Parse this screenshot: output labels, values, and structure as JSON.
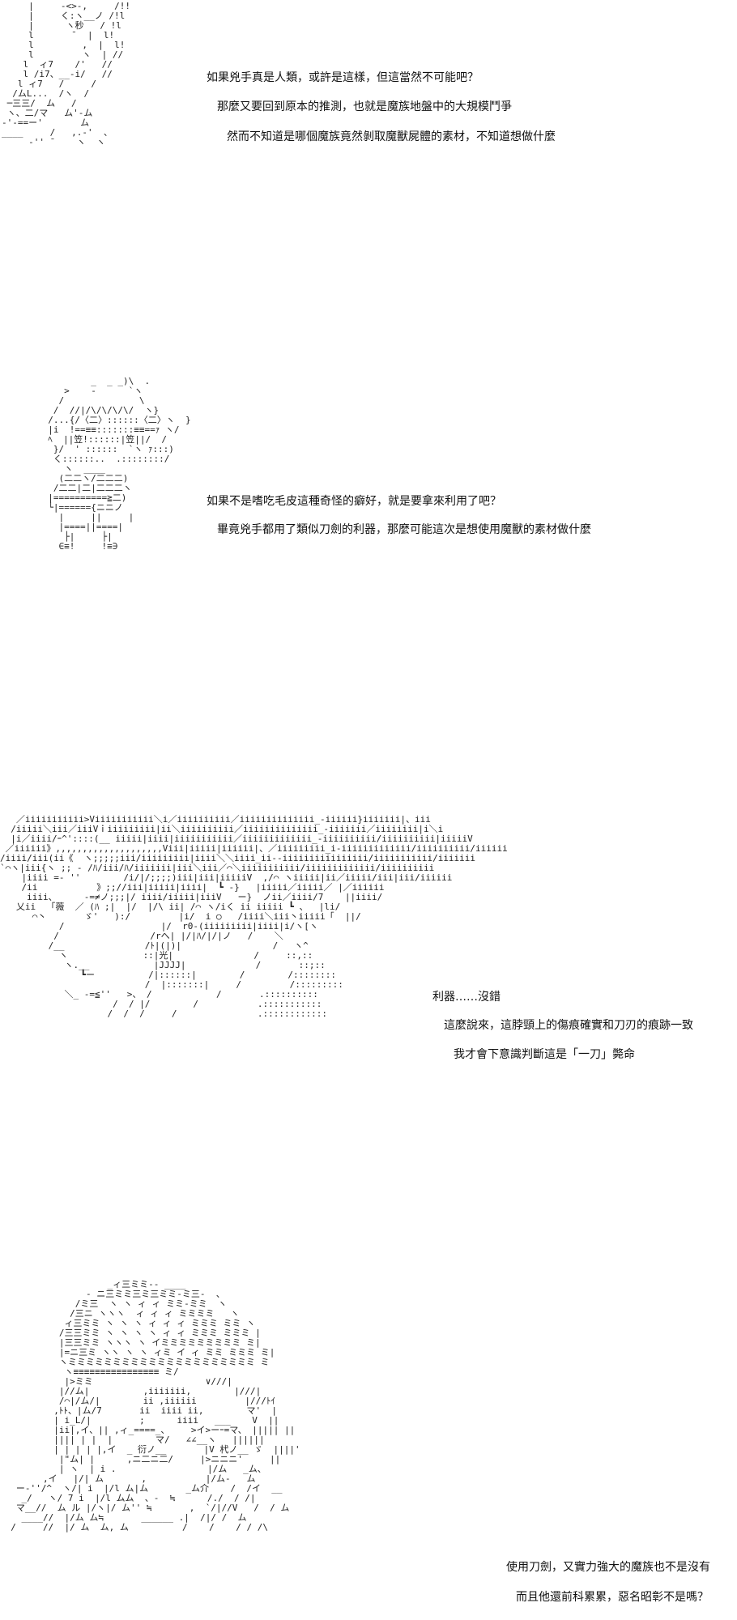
{
  "panels": [
    {
      "art_name": "hooded-figure-art",
      "art": "     |     ‐<>-,     /!!\n     |     く:ヽ__ノ /!l\n     |      ヽ秒   / !l\n     l       ̄   |  l!\n     l         ,  |  l!\n     l         ヽ  | //\n    l  ィ7    /'   //\n    l /i7、__-i/   //\n   l ィ7   /     /\n  /ムL...  /ヽ  /\n ─三三/  ム   /\n ヽ、二/マ   ム'-ム\n‐'-==ー'       ム\n____     /   ,.-'  、\n     ‐'' ̄     ヽ  ヽ",
      "lines": [
        "如果兇手真是人類，或許是這樣，但這當然不可能吧？",
        "那麼又要回到原本的推測，也就是魔族地盤中的大規模鬥爭",
        "然而不知道是哪個魔族竟然剝取魔獸屍體的素材，不知道想做什麼"
      ]
    },
    {
      "art_name": "chibi-character-art",
      "art": "          _  _ _)\\  .\n     >    ‐      `ヽ\n    /              \\\n   /  //|/\\/\\/\\/\\/  ヽ}\n  /...{/〈二〉::::::〈二〉ヽ  }\n  |i  !==≡≡:::::::≡≡==ｧ ヽ/\n  ﾍ  ||笠!::::::|笠||/  /\n   }/  ' ::::::  `ヽ ｧ:::)\n   く::::::..  .::::::::/\n     ヽ  ____\n    (二二ヽ/二二二)\n   /二二|二|二二二ヽ\n  |==========≧二)\n  └|======{ニニノ\n    |     ||     |\n    |====||====|\n     ├|     ├|\n    ∈≡!     !≡∋",
      "lines": [
        "如果不是嗜吃毛皮這種奇怪的癖好，就是要拿來利用了吧？",
        "畢竟兇手都用了類似刀劍的利器，那麼可能這次是想使用魔獸的素材做什麼"
      ]
    },
    {
      "art_name": "sword-character-art",
      "art": "   ／iiiiiiiiiii>Viiiiiiiiiii＼i／iiiiiiiiii／iiiiiiiiiiiiii_-iiiiii}iiiiiii|、iii\n  /iiiii＼iii／iiiVｉiiiiiiiii|ii＼iiiiiiiiii／iiiiiiiiiiiiii_-iiiiiii／iiiiiiii|i＼i\n  |i／iiii/ｰ^'::::(__ iiiii|iiii|iiiiiiiiiii／iiiiiiiiiiiii_-iiiiiiiiii/iiiiiiiiii|iiiiiV\n ／iiiiii》,,,,,,,,,,,,,,,,,,,,Viii|iiiii|iiiiii|、／iiiiiiiii_i-iiiiiiiiiiiii/iiiiiiiiii/iiiiii\n/iiii/iii(ii《  ヽ;;;;;iii/iiiiiiiii|iiii＼＼iiii_ii--iiiiiiiiiiiiiiii/iiiiiiiiiii/iiiiiii\n`⌒ヽ|iii{ヽ ;; ‐ /ﾊ/iii/ﾊ/iiiiiii|iii＼iii／⌒＼iiiiiiiiiii/iiiiiiiiiiiii/iiiiiiiiii\n    |iiii =- ''        /i/|/;;;;)iii|iii|iiiiiV  ,/⌒ ヽiiiii|ii／iiiii/iii|iii/iiiiii\n    /ii           》;;//iii|iiiii|iiii|  ┗ -}   |iiiii／iiiii／ |／iiiiii\n     iiii、     -=≠ノ;;;|/ iiii/iiiii|iiiV   ー}  ノii／iiii/7    ||iiii/\n   乂ii  「薇  ／ (ﾊ ;|  |/  |/\\ ii| /⌒ ヽ/iく ii iiiii ┗ 、  |li/\n      ⌒丶       ゞ'   ):/         |i/  i ○   /iiii＼iii丶iiiii「  ||/\n           /                  |/  r0-(iiiiiiiii|iiii|i/ヽ[ヽ\n          /                 /rへ| |/|ﾊ/|/|ノ   /    ＼\n         /__               /ﾄ|(|)|                 /   ヽ^\n           ヽ              ::|光|               /     ::,::\n            ヽ.__            |JJJJ|             /       ::;::\n               ┗ー          /|::::::|        /        /::::::::\n                           /  |:::::::|     /         /:::::::::\n            ＼_ -=≦''   >、 /            /       .::::::::::\n                     /  / |/        /           .:::::::::::\n                    /  /  /     /               .::::::::::::",
      "lines": [
        "利器……沒錯",
        "這麼說來，這脖頸上的傷痕確實和刀刃的痕跡一致",
        "我才會下意識判斷這是「一刀」斃命"
      ]
    },
    {
      "art_name": "glasses-character-art",
      "art": "                    _ィ三ミミ-- ____\n                ‐ ニ三ミミ三ミ三ミミ-ミ三-  、\n              /ミ三  ヽ ヽ ィ ィ ミミ-ミミ  ヽ\n             /三ニ ヽヽヽ  ィ ィ ィ ミミミミ   ヽ\n            ィ三ミミ ヽ ヽ ヽ ィ ィ ィ ミミミ ミミ ヽ\n           /三三ミミ ヽ ヽ ヽ ヽ ィ ィ ミミミ ミミミ |\n           |三三ミミ ヽヽヽ ヽ イミミミミミミミミミ ミ|\n           |=ニ三ミ ヽヽ ヽ ヽ ィミ イ ィ ミミ ミミミ ミ|\n           ヽミミミミミミミミミミミミミミミミミミミミミ ミ\n            ヽ≡≡≡≡≡≡≡≡≡≡≡≡≡≡≡≡ ミ/\n            |>ミミ                     ∨///|\n           |//ム|          ,iiiiiii,        |///|\n           /⌒|/ム/|        ii ,iiiiii         |///ﾄｲ\n          ,ﾄﾄ、|ム/7       ii  iiii ii,        マ'  |\n          | i_L/|         ;      iiii   ___    V  ||\n          |ii|,イ、|| ,ィ_====_、    >イ>ーｰ=マ、 ||||| ||\n          |||| | |  |        マ/   ∠∠__ヽ   ||||||\n          | | | | |,イ  _ 衍ノ__       |V 杙ノ__ ゞ  ||||'\n           |\"ム| |      ,ニ二ニ二/     |>ニニニ'     ||\n           | ヽ  | i .                 |/ム   _ム、\n        ,イ   |/| ム       ,           |/ム-   ム\n   ー‐''/^  ヽ/| i  |/l ム|ム       _ム介    /  /イ  __\n    _/   ヽ/ 7 i  |/l ムム  、-  ≒      /./  / /|\n   マ__//  ム ル |/ヽ|/ ム'' ≒       ,  `/|//V   /  / ム\n    ____//  |/ム ム≒       ______ .|  /|/ /  ム\n  /     //  |/ ム  ム, ム          /    /    / / /\\",
      "lines": [
        "使用刀劍，又實力強大的魔族也不是沒有",
        "而且他還前科累累，惡名昭彰不是嗎？"
      ]
    }
  ]
}
